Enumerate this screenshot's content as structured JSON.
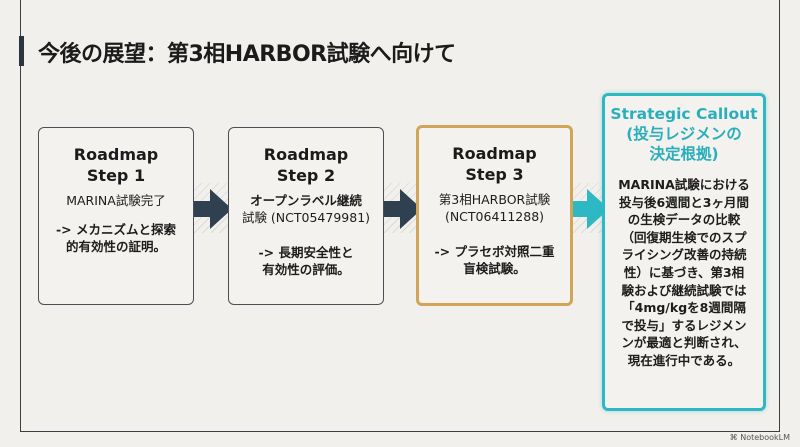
{
  "title": "今後の展望：第3相HARBOR試験へ向けて",
  "steps": [
    {
      "heading_1": "Roadmap",
      "heading_2": "Step 1",
      "subtitle": [
        "MARINA試験完了"
      ],
      "description": [
        "-> メカニズムと探索",
        "的有効性の証明。"
      ]
    },
    {
      "heading_1": "Roadmap",
      "heading_2": "Step 2",
      "subtitle": [
        "オープンラベル継続",
        "試験 (NCT05479981)"
      ],
      "description": [
        "-> 長期安全性と",
        "有効性の評価。"
      ]
    },
    {
      "heading_1": "Roadmap",
      "heading_2": "Step 3",
      "subtitle": [
        "第3相HARBOR試験",
        "(NCT06411288)"
      ],
      "description": [
        "-> プラセボ対照二重",
        "盲検試験。"
      ]
    }
  ],
  "callout": {
    "heading": [
      "Strategic Callout",
      "(投与レジメンの",
      "決定根拠)"
    ],
    "body": [
      "MARINA試験における",
      "投与後6週間と3ヶ月間",
      "の生検データの比較",
      "（回復期生検でのスプ",
      "ライシング改善の持続",
      "性）に基づき、第3相",
      "験および継続試験では",
      "「4mg/kgを8週間隔",
      "で投与」するレジメン",
      "ンが最適と判断され、",
      "現在進行中である。"
    ]
  },
  "watermark": "NotebookLM",
  "colors": {
    "dark_arrow": "#2f4050",
    "teal": "#2db8c4",
    "gold": "#d2a458"
  }
}
